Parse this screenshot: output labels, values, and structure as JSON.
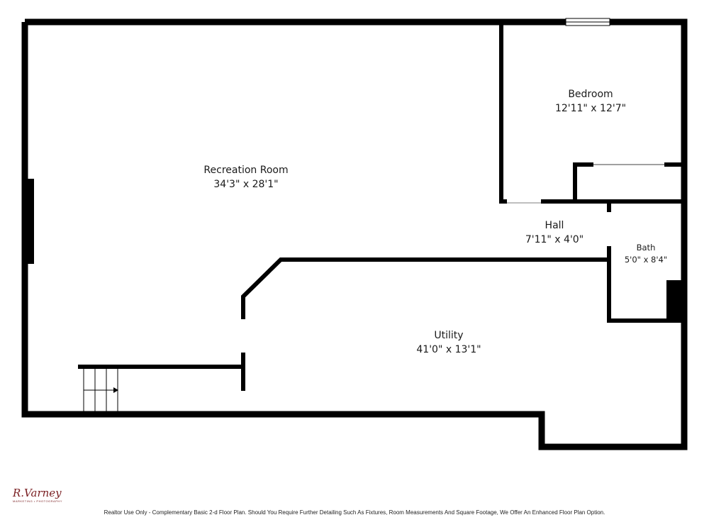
{
  "rooms": {
    "recreation": {
      "name": "Recreation Room",
      "dims": "34'3\" x 28'1\""
    },
    "bedroom": {
      "name": "Bedroom",
      "dims": "12'11\" x 12'7\""
    },
    "hall": {
      "name": "Hall",
      "dims": "7'11\" x 4'0\""
    },
    "bath": {
      "name": "Bath",
      "dims": "5'0\" x 8'4\""
    },
    "utility": {
      "name": "Utility",
      "dims": "41'0\" x 13'1\""
    }
  },
  "logo": {
    "text": "R.Varney",
    "subtext": "MARKETING • PHOTOGRAPHY"
  },
  "footer": {
    "text": "Realtor Use Only - Complementary Basic 2-d Floor Plan. Should You Require Further Detailing Such As Fixtures, Room Measurements And Square Footage, We Offer An Enhanced Floor Plan Option."
  },
  "colors": {
    "wall": "#000000",
    "logo": "#7a1f22"
  },
  "icons": {
    "stairs": "stairs-arrow-icon"
  }
}
